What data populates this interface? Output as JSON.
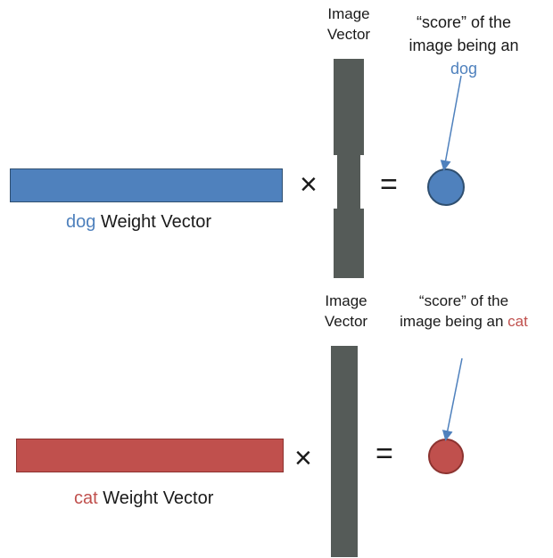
{
  "colors": {
    "dog": "#4f81bd",
    "cat": "#c0504d",
    "image_vector": "#555b58",
    "arrow": "#4f81bd"
  },
  "panels": {
    "dog": {
      "image_vector_label_line1": "Image",
      "image_vector_label_line2": "Vector",
      "score_label_line1": "“score” of the",
      "score_label_line2": "image being an",
      "score_label_class": "dog",
      "weight_label_class": "dog",
      "weight_label_text": "Weight Vector",
      "times_symbol": "×",
      "equals_symbol": "="
    },
    "cat": {
      "image_vector_label_line1": "Image",
      "image_vector_label_line2": "Vector",
      "score_label_line1": "“score” of the",
      "score_label_line2": "image being an",
      "score_label_class": "cat",
      "weight_label_class": "cat",
      "weight_label_text": "Weight Vector",
      "times_symbol": "×",
      "equals_symbol": "="
    }
  }
}
